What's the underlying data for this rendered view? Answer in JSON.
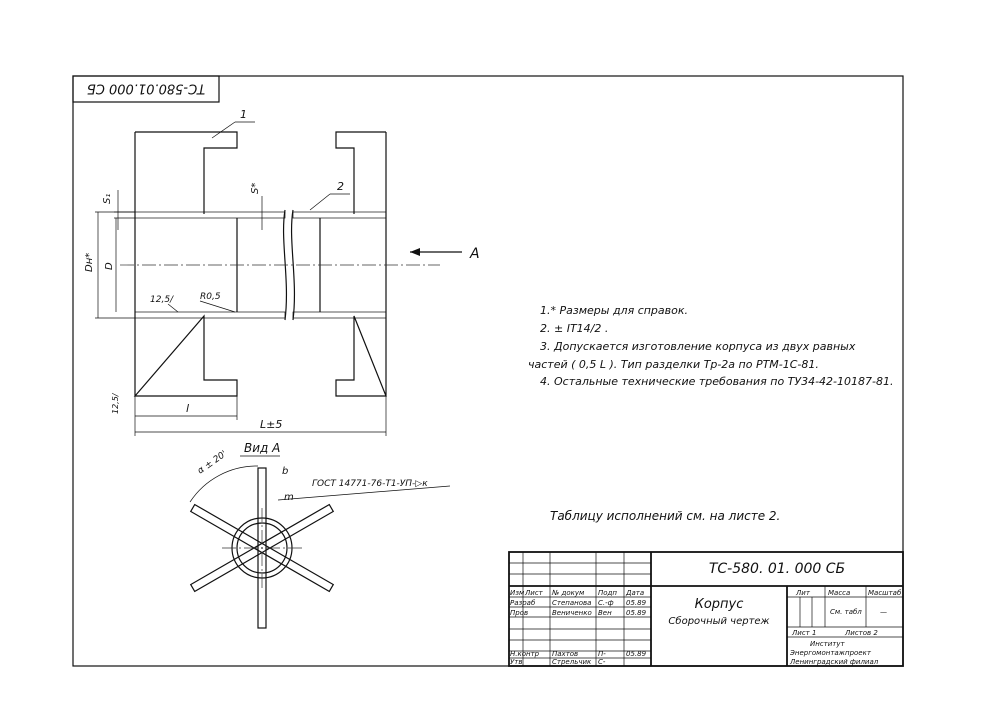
{
  "drawing": {
    "stamp_rotated": "ТС-580.01.000 СБ",
    "designation": "ТС-580. 01. 000 СБ",
    "title": "Корпус",
    "subtitle": "Сборочный  чертеж",
    "view_label": "Вид А",
    "view_arrow": "А",
    "gost": "ГОСТ 14771-76-Т1-УП-▷к",
    "notes_ref": "Таблицу исполнений см. на листе 2."
  },
  "notes": [
    "1.* Размеры для справок.",
    "2. ± IT14/2 .",
    "3. Допускается изготовление корпуса из двух равных",
    "частей ( 0,5 L ). Тип разделки Тр-2а по РТМ-1С-81.",
    "4. Остальные технические требования по ТУ34-42-10187-81."
  ],
  "dims": {
    "s1": "S₁",
    "s_star": "S*",
    "dn": "Dн*",
    "d": "D",
    "r05": "R0,5",
    "r125_a": "12,5/",
    "r125_b": "12,5/",
    "l": "l",
    "L": "L±5",
    "alpha": "α ± 20'",
    "b": "b",
    "m": "m",
    "pos1": "1",
    "pos2": "2"
  },
  "title_block": {
    "h_izm": "Изм",
    "h_list": "Лист",
    "h_ndoc": "№ докум",
    "h_podp": "Подп",
    "h_data": "Дата",
    "r1_role": "Разраб",
    "r1_name": "Степанова",
    "r1_sign": "С.-ф",
    "r1_date": "05.89",
    "r2_role": "Пров",
    "r2_name": "Вениченко",
    "r2_sign": "Вен",
    "r2_date": "05.89",
    "r3_role": "Н.контр",
    "r3_name": "Пахтов",
    "r3_sign": "П-",
    "r3_date": "05.89",
    "r4_role": "Утв",
    "r4_name": "Стрельчик",
    "r4_sign": "С-",
    "r4_date": "",
    "lit": "Лит",
    "massa": "Масса",
    "masshtab": "Масштаб",
    "massa_val": "См. табл",
    "masshtab_val": "—",
    "sheet": "Лист 1",
    "sheets": "Листов 2",
    "org1": "Институт",
    "org2": "Энергомонтажпроект",
    "org3": "Ленинградский филиал"
  }
}
